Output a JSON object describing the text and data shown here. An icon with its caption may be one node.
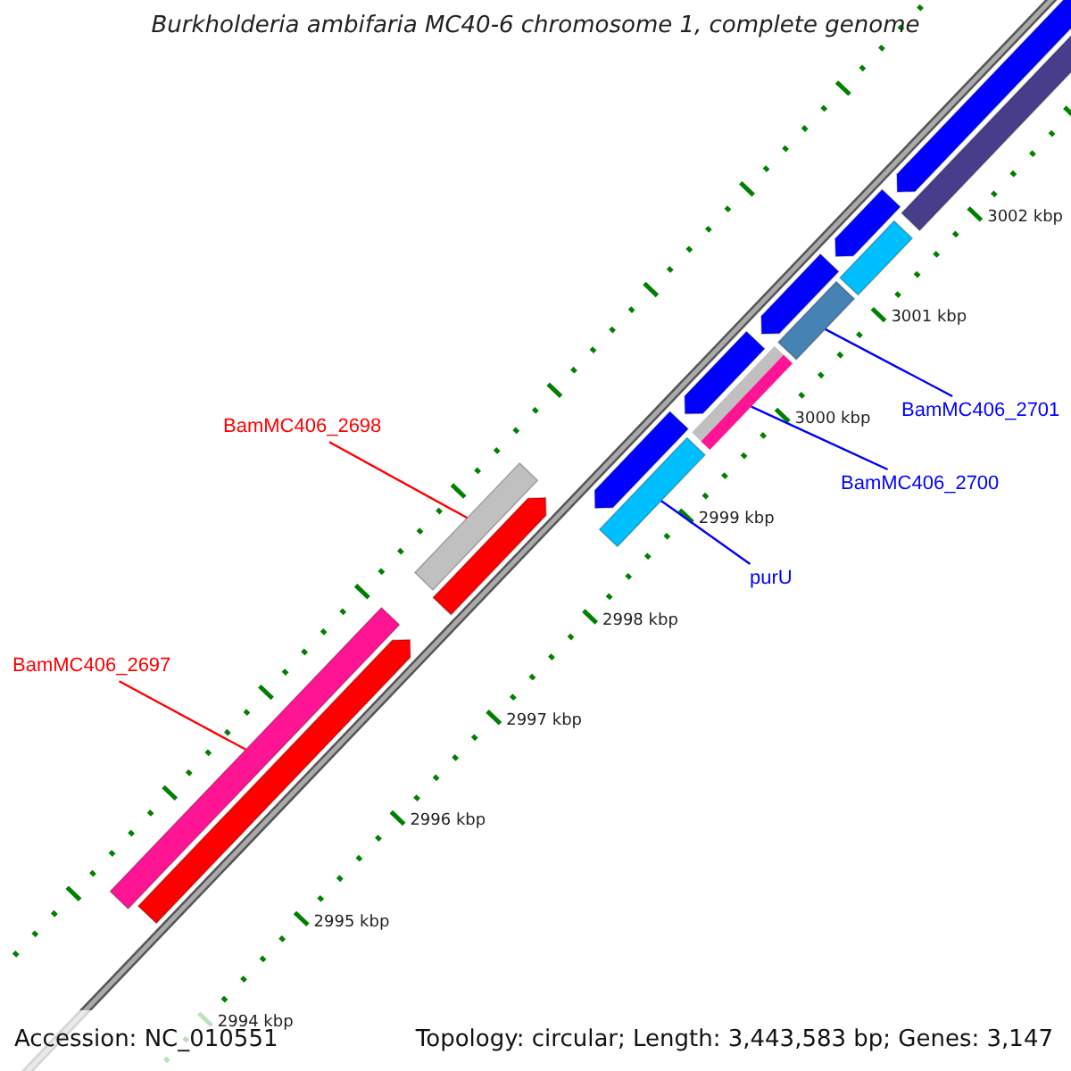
{
  "diagram": {
    "title": "Burkholderia ambifaria MC40-6 chromosome 1, complete genome",
    "nodes": [
      {
        "text": [
          "BamMC406_2701"
        ]
      },
      {
        "text": [],
        "shape": "bar"
      },
      {
        "text": [
          "BamMC406_2698"
        ]
      },
      {
        "text": [],
        "shape": "bar"
      },
      {
        "text": [
          "BamMC406_2700"
        ]
      },
      {
        "text": [],
        "shape": "bar"
      },
      {
        "text": [
          "purU"
        ]
      },
      {
        "text": [],
        "shape": "bar"
      },
      {
        "text": [
          "BamMC406_2697"
        ]
      },
      {
        "text": [],
        "shape": "bar"
      }
    ],
    "edges": [
      {
        "from": 0,
        "to": 1,
        "arrow": "none"
      },
      {
        "from": 2,
        "to": 3,
        "arrow": "none",
        "color": "#ff0000"
      },
      {
        "from": 4,
        "to": 5,
        "arrow": "none"
      },
      {
        "from": 6,
        "to": 7,
        "arrow": "none"
      },
      {
        "from": 8,
        "to": 9,
        "arrow": "none",
        "color": "#ff0000"
      }
    ],
    "labels": [
      "3002 kbp",
      "3001 kbp",
      "3000 kbp",
      "2999 kbp",
      "2998 kbp",
      "2997 kbp",
      "2996 kbp",
      "2995 kbp",
      "2994 kbp",
      "Accession: NC_010551",
      "Topology: circular; Length: 3,443,583 bp; Genes: 3,147"
    ]
  }
}
